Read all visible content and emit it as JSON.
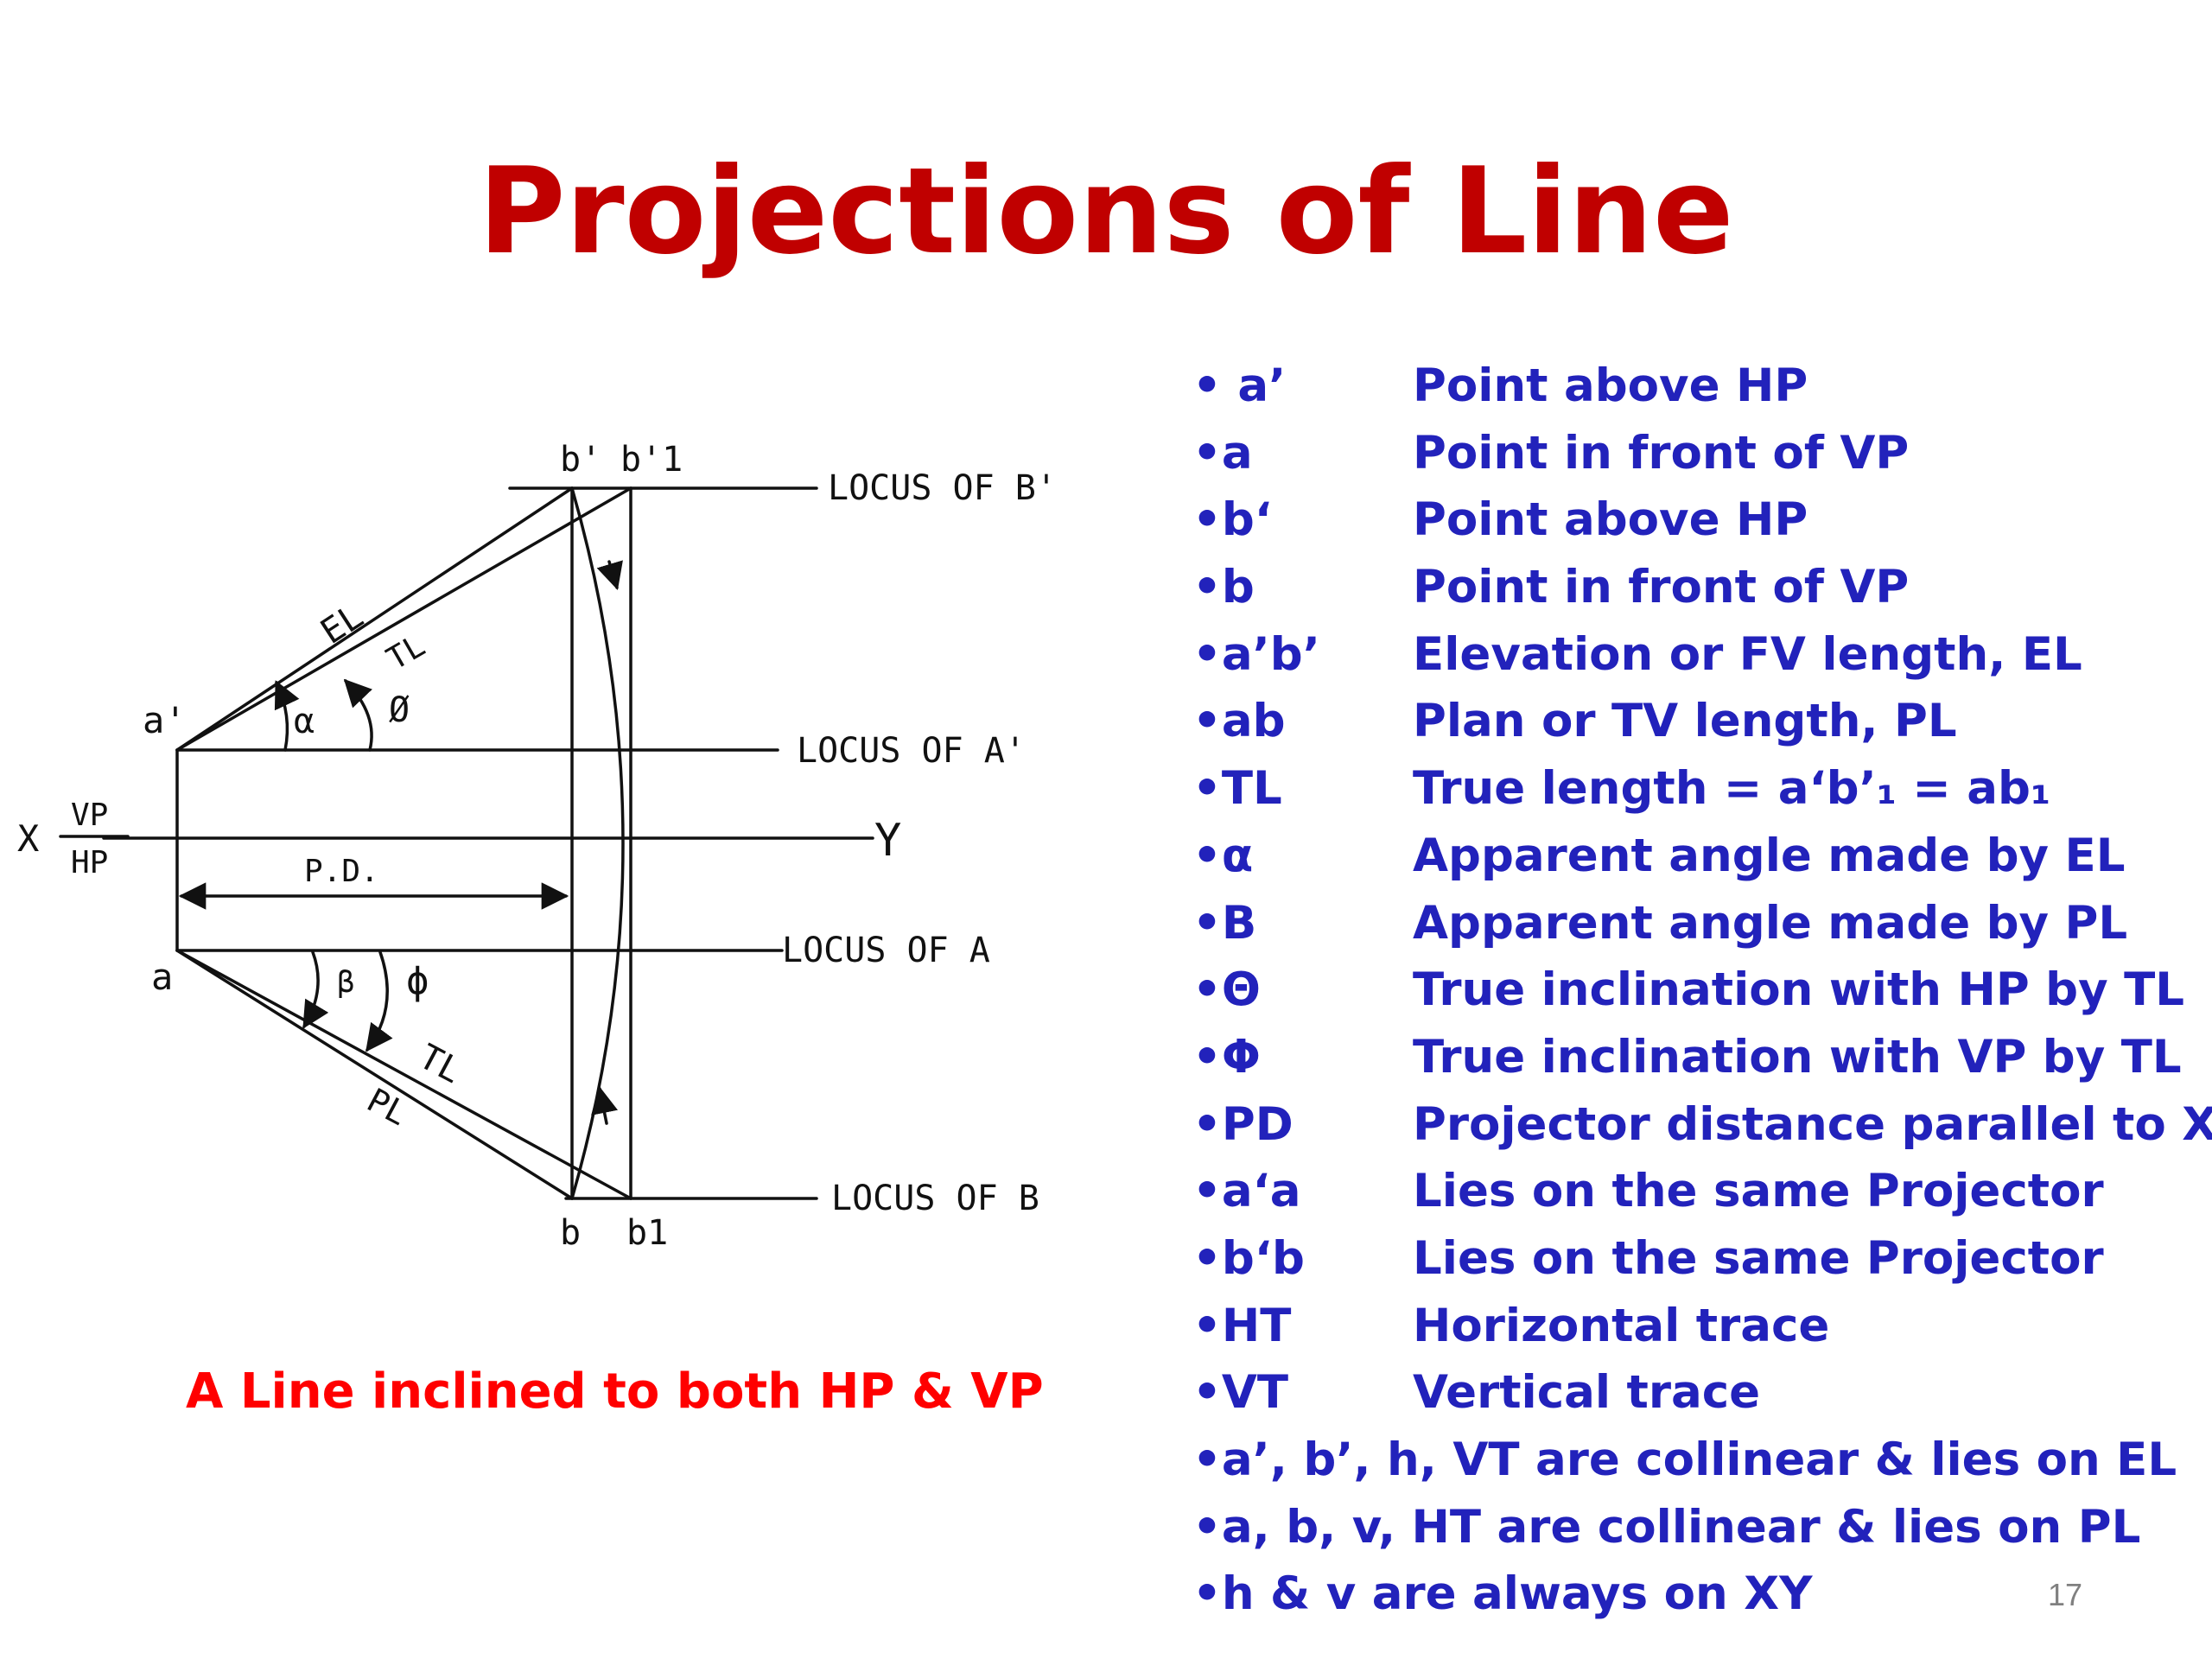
{
  "slide": {
    "title": "Projections of Line",
    "caption": "A Line inclined to both HP & VP",
    "page_number": "17"
  },
  "colors": {
    "title": "#c00000",
    "caption": "#ff0000",
    "terms": "#2222bb",
    "drawing": "#111111"
  },
  "diagram": {
    "labels": {
      "b_prime": "b'",
      "b1_prime": "b'1",
      "locus_b_prime": "LOCUS OF B'",
      "el": "EL",
      "tl_top": "TL",
      "a_prime": "a'",
      "alpha": "α",
      "theta": "Ø",
      "locus_a_prime": "LOCUS OF A'",
      "x": "X",
      "vp": "VP",
      "hp": "HP",
      "y": "Y",
      "pd": "P.D.",
      "locus_a": "LOCUS OF A",
      "a": "a",
      "beta": "β",
      "phi": "ϕ",
      "tl_bottom": "TL",
      "pl": "PL",
      "locus_b": "LOCUS OF B",
      "b": "b",
      "b1": "b1"
    }
  },
  "terms": [
    {
      "symbol": "• a’",
      "definition": "Point above HP"
    },
    {
      "symbol": "•a",
      "definition": "Point in front of VP"
    },
    {
      "symbol": "•b‘",
      "definition": "Point above HP"
    },
    {
      "symbol": "•b",
      "definition": "Point in front of VP"
    },
    {
      "symbol": "•a’b’",
      "definition": "Elevation or FV length, EL"
    },
    {
      "symbol": "•ab",
      "definition": "Plan or TV length, PL"
    },
    {
      "symbol": "•TL",
      "definition": "True length = a‘b’₁ = ab₁"
    },
    {
      "symbol": "•α",
      "definition": "Apparent angle made by EL"
    },
    {
      "symbol": "•B",
      "definition": "Apparent angle made by PL"
    },
    {
      "symbol": "•Θ",
      "definition": "True inclination with HP by TL"
    },
    {
      "symbol": "•Φ",
      "definition": " True inclination with VP by TL"
    },
    {
      "symbol": "•PD",
      "definition": "Projector distance parallel to XY"
    },
    {
      "symbol": "•a‘a",
      "definition": "Lies on the same Projector"
    },
    {
      "symbol": "•b‘b",
      "definition": "Lies on the same Projector"
    },
    {
      "symbol": "•HT",
      "definition": "Horizontal trace"
    },
    {
      "symbol": "•VT",
      "definition": "Vertical trace"
    },
    {
      "symbol": "•a’, b’, h, VT are collinear & lies on EL",
      "definition": ""
    },
    {
      "symbol": "•a, b, v, HT are collinear & lies on PL",
      "definition": ""
    },
    {
      "symbol": "•h & v are always on XY",
      "definition": ""
    }
  ]
}
